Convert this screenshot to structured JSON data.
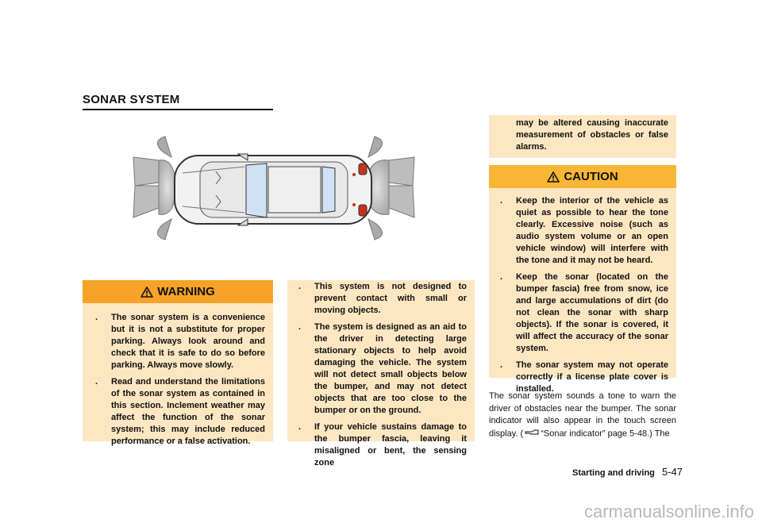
{
  "header": {
    "title": "SONAR SYSTEM"
  },
  "figure": {
    "icon": "car-sonar-zones-illustration"
  },
  "warning": {
    "title": "WARNING",
    "icon": "warning-triangle-icon",
    "items": [
      "The sonar system is a convenience but it is not a substitute for proper parking. Always look around and check that it is safe to do so before parking. Always move slowly.",
      "Read and understand the limitations of the sonar system as contained in this section. Inclement weather may affect the function of the sonar system; this may include reduced performance or a false activation."
    ]
  },
  "middle": {
    "items": [
      "This system is not designed to prevent contact with small or moving objects.",
      "The system is designed as an aid to the driver in detecting large stationary objects to help avoid damaging the vehicle. The system will not detect small objects below the bumper, and may not detect objects that are too close to the bumper or on the ground.",
      "If your vehicle sustains damage to the bumper fascia, leaving it misaligned or bent, the sensing zone"
    ]
  },
  "continuation": "may be altered causing inaccurate measurement of obstacles or false alarms.",
  "caution": {
    "title": "CAUTION",
    "icon": "warning-triangle-icon",
    "items": [
      "Keep the interior of the vehicle as quiet as possible to hear the tone clearly. Excessive noise (such as audio system volume or an open vehicle window) will interfere with the tone and it may not be heard.",
      "Keep the sonar (located on the bumper fascia) free from snow, ice and large accumulations of dirt (do not clean the sonar with sharp objects). If the sonar is covered, it will affect the accuracy of the sonar system.",
      "The sonar system may not operate correctly if a license plate cover is installed."
    ]
  },
  "body": {
    "before": "The sonar system sounds a tone to warn the driver of obstacles near the bumper. The sonar indicator will also appear in the touch screen display. (",
    "reference": "“Sonar indicator” page 5-48.)",
    "after": " The",
    "ref_icon": "pointing-hand-icon"
  },
  "footer": {
    "section": "Starting and driving",
    "page": "5-47"
  },
  "watermark": "carmanualsonline.info",
  "bullet": "."
}
